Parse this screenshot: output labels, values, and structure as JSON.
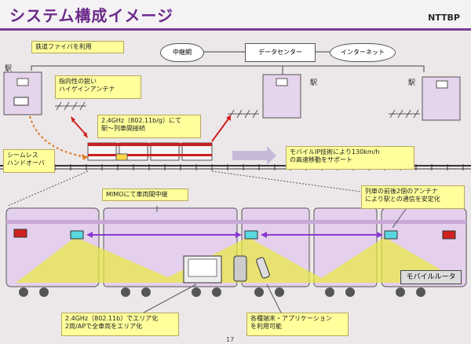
{
  "title": "システム構成イメージ",
  "logo": "NTTBP",
  "page_number": "17",
  "labels": {
    "fiber": "鉄道ファイバを利用",
    "antenna": "指向性の鋭い\nハイゲインアンテナ",
    "relay": "中継網",
    "datacenter": "データセンター",
    "internet": "インターネット",
    "station1": "駅",
    "station2": "駅",
    "station3": "駅",
    "link": "2.4GHz（802.11b/g）にて\n駅～列車間接続",
    "handover": "シームレス\nハンドオーバ",
    "mobile_ip": "モバイルIP技術により130km/h\nの高速移動をサポート",
    "mimo": "MIMOにて車両間中継",
    "front_rear": "列車の前後2個のアンテナ\nにより駅との通信を安定化",
    "area": "2.4GHz（802.11b）でエリア化\n2両/APで全車両をエリア化",
    "apps": "各種端末・アプリケーション\nを利用可能",
    "router": "モバイルルータ"
  }
}
